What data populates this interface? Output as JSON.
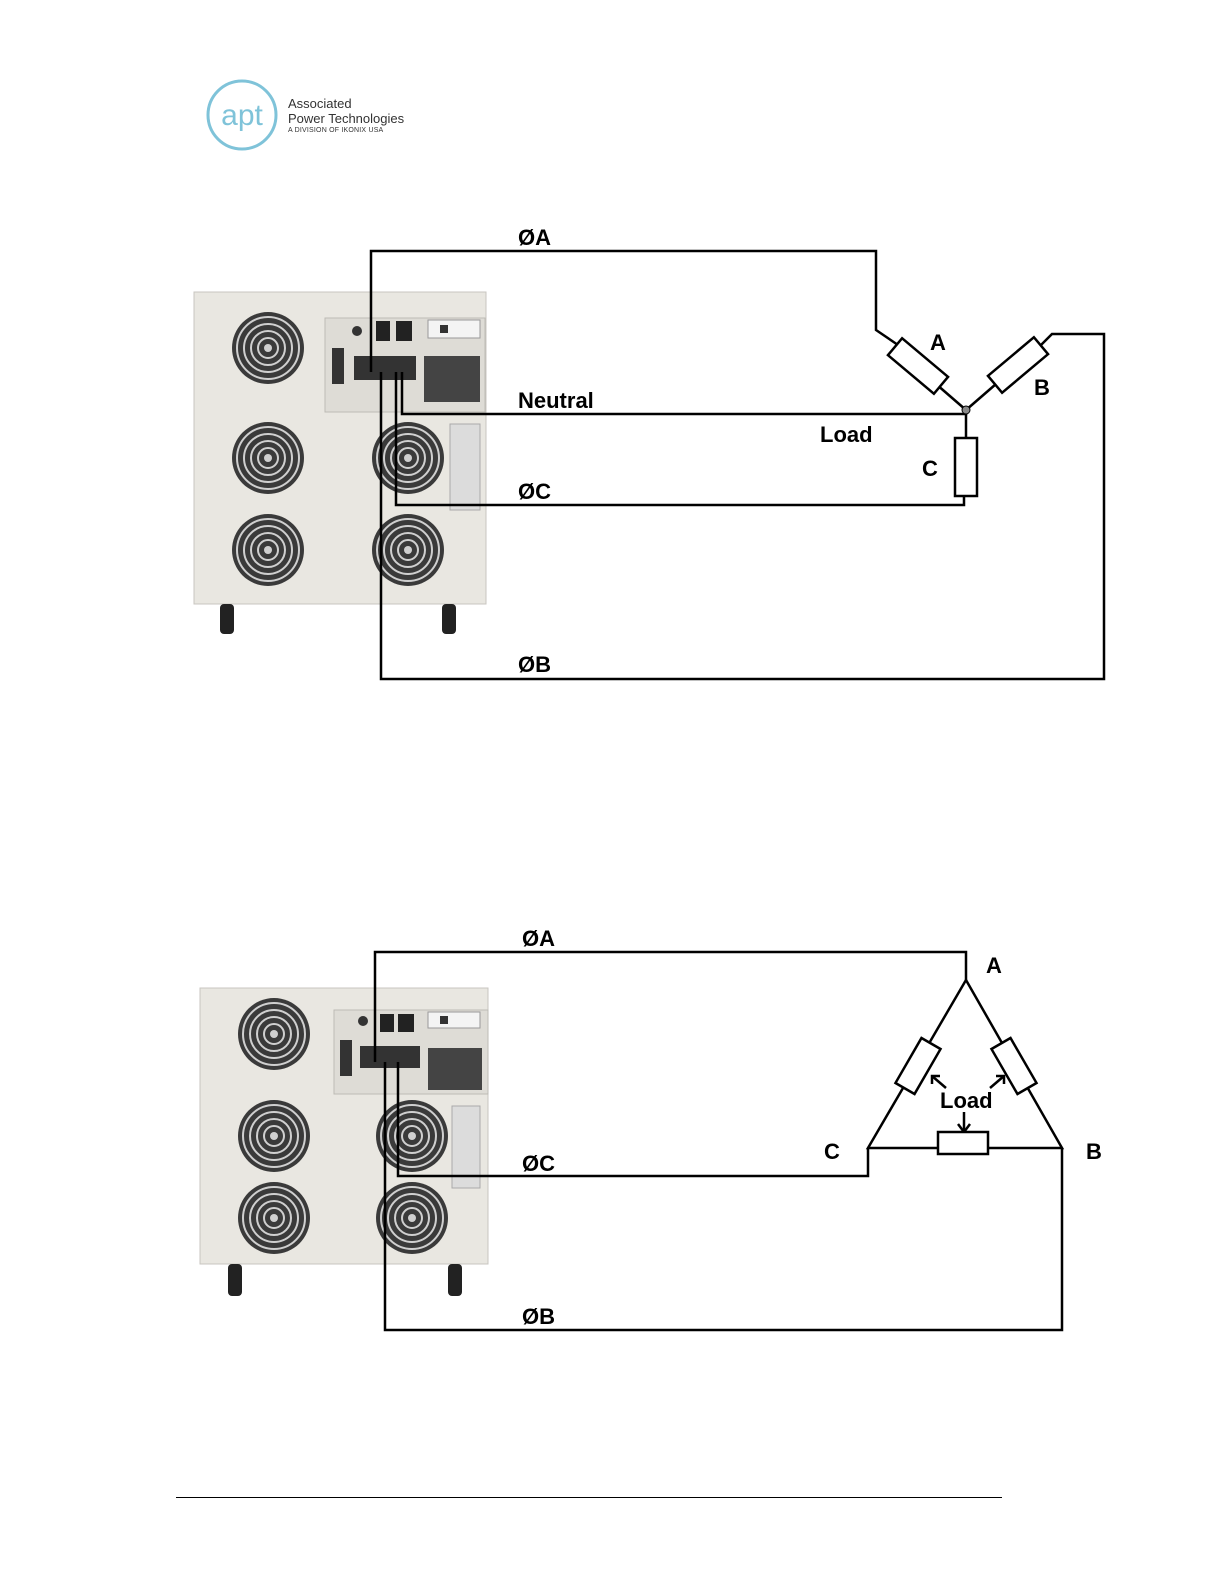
{
  "header": {
    "logo_mark": "apt",
    "company_line1": "Associated",
    "company_line2": "Power Technologies",
    "company_line3": "A DIVISION OF IKONIX USA",
    "logo_color": "#7fc3d9"
  },
  "wye_diagram": {
    "phase_a": "ØA",
    "phase_b": "ØB",
    "phase_c": "ØC",
    "neutral": "Neutral",
    "load": "Load",
    "res_a": "A",
    "res_b": "B",
    "res_c": "C"
  },
  "delta_diagram": {
    "phase_a": "ØA",
    "phase_b": "ØB",
    "phase_c": "ØC",
    "load": "Load",
    "node_a": "A",
    "node_b": "B",
    "node_c": "C"
  },
  "colors": {
    "wire": "#000000",
    "chassis": "#e9e7e1"
  }
}
